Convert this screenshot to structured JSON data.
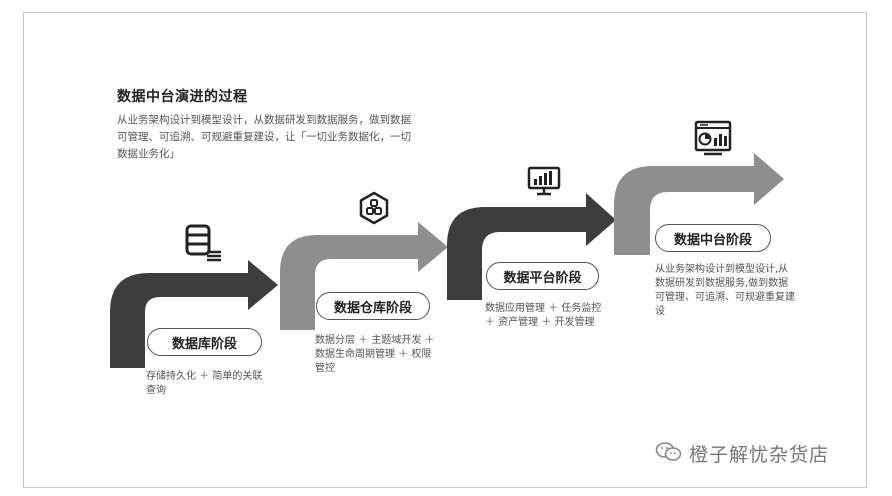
{
  "diagram": {
    "title": "数据中台演进的过程",
    "intro": "从业务架构设计到模型设计，从数据研发到数据服务，做到数据可管理、可追溯、可规避重复建设，让「一切业务数据化，一切数据业务化」",
    "stages": [
      {
        "label": "数据库阶段",
        "desc": "存储持久化 ＋ 简单的关联查询",
        "icon": "database-icon",
        "color": "#3d3d3d"
      },
      {
        "label": "数据仓库阶段",
        "desc": "数据分层 ＋ 主题域开发 ＋ 数据生命周期管理 ＋ 权限管控",
        "icon": "warehouse-hexagon-icon",
        "color": "#8e8e8e"
      },
      {
        "label": "数据平台阶段",
        "desc": "数据应用管理 ＋ 任务监控 ＋ 资产管理 ＋ 开发管理",
        "icon": "monitor-bar-chart-icon",
        "color": "#3d3d3d"
      },
      {
        "label": "数据中台阶段",
        "desc": "从业务架构设计到模型设计,从数据研发到数据服务,做到数据可管理、可追溯、可规避重复建设",
        "icon": "dashboard-icon",
        "color": "#8e8e8e"
      }
    ]
  },
  "watermark": {
    "text": "橙子解忧杂货店",
    "icon": "wechat-icon"
  }
}
